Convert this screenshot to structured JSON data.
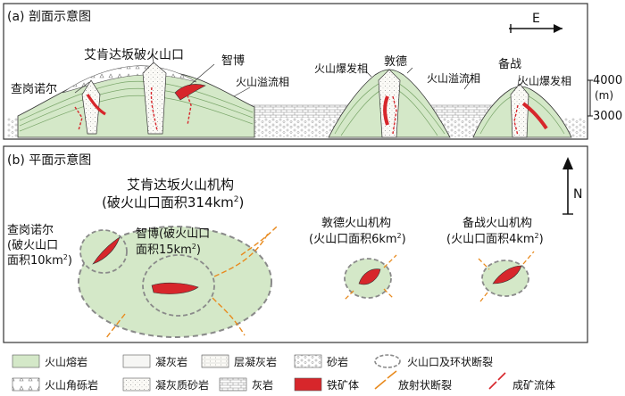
{
  "panel_a": {
    "title": "(a) 剖面示意图",
    "direction": "E",
    "labels": {
      "aikenda": "艾肯达坂破火山口",
      "zhibo": "智博",
      "chagang_a": "查岗诺尔",
      "lava_1": "火山溢流相",
      "explosive_1": "火山爆发相",
      "dunde": "敦德",
      "lava_2": "火山溢流相",
      "beizhan": "备战",
      "explosive_2": "火山爆发相"
    },
    "scale": {
      "top": "4000",
      "unit": "(m)",
      "bottom": "3000"
    }
  },
  "panel_b": {
    "title": "(b) 平面示意图",
    "north": "N",
    "aikenda_title": "艾肯达坂火山机构",
    "aikenda_area_prefix": "(破火山口面积314km",
    "aikenda_area_suffix": ")",
    "chagang_line1": "查岗诺尔",
    "chagang_line2": "(破火山口",
    "chagang_line3_prefix": "面积10km",
    "chagang_line3_suffix": ")",
    "zhibo_line1": "智博(破火山口",
    "zhibo_line2_prefix": "面积15km",
    "zhibo_line2_suffix": ")",
    "dunde_title": "敦德火山机构",
    "dunde_area_prefix": "(火山口面积6km",
    "dunde_area_suffix": ")",
    "beizhan_title": "备战火山机构",
    "beizhan_area_prefix": "(火山口面积4km",
    "beizhan_area_suffix": ")",
    "superscript": "2"
  },
  "legend": [
    {
      "label": "火山熔岩",
      "swatch": "lava"
    },
    {
      "label": "凝灰岩",
      "swatch": "tuff"
    },
    {
      "label": "层凝灰岩",
      "swatch": "bedded-tuff"
    },
    {
      "label": "砂岩",
      "swatch": "sandstone"
    },
    {
      "label": "火山口及环状断裂",
      "swatch": "ring-fault"
    },
    {
      "label": "火山角砾岩",
      "swatch": "breccia"
    },
    {
      "label": "凝灰质砂岩",
      "swatch": "tuffaceous-sandstone"
    },
    {
      "label": "灰岩",
      "swatch": "limestone"
    },
    {
      "label": "铁矿体",
      "swatch": "iron-ore"
    },
    {
      "label": "放射状断裂",
      "swatch": "radial-fault"
    },
    {
      "label": "成矿流体",
      "swatch": "fluid"
    }
  ],
  "colors": {
    "lava": "#d4e8c8",
    "ore": "#d7262b",
    "fault": "#e88a1e",
    "ring": "#8a8a8a",
    "tuff": "#f6f6f4",
    "line": "#333333"
  }
}
